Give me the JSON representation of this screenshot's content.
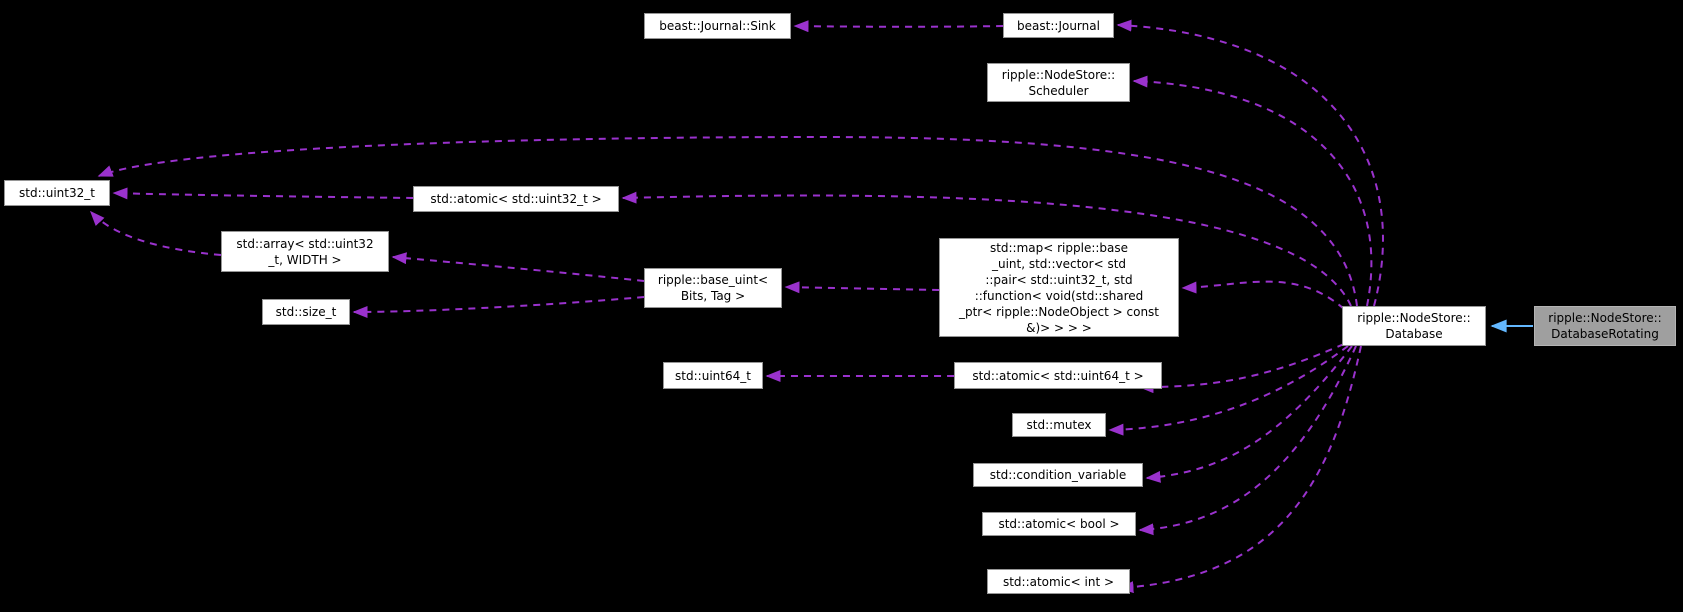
{
  "diagram": {
    "kind": "collaboration-graph",
    "background_color": "#000000",
    "usage_edge_color": "#9a32cd",
    "inheritance_edge_color": "#63b8ff",
    "node_fill": "#ffffff",
    "node_border": "#969696",
    "current_node_fill": "#9f9f9f",
    "node_text_color": "#000000"
  },
  "nodes": {
    "sink": {
      "label": "beast::Journal::Sink"
    },
    "journal": {
      "label": "beast::Journal"
    },
    "scheduler": {
      "label": "ripple::NodeStore::\nScheduler"
    },
    "uint32": {
      "label": "std::uint32_t"
    },
    "atomic_uint32": {
      "label": "std::atomic< std::uint32_t >"
    },
    "array": {
      "label": "std::array< std::uint32\n_t, WIDTH >"
    },
    "size_t": {
      "label": "std::size_t"
    },
    "base_uint": {
      "label": "ripple::base_uint<\nBits, Tag >"
    },
    "map": {
      "label": "std::map< ripple::base\n_uint, std::vector< std\n::pair< std::uint32_t, std\n::function< void(std::shared\n_ptr< ripple::NodeObject > const\n&)> > > >"
    },
    "uint64": {
      "label": "std::uint64_t"
    },
    "atomic_uint64": {
      "label": "std::atomic< std::uint64_t >"
    },
    "mutex": {
      "label": "std::mutex"
    },
    "condition_variable": {
      "label": "std::condition_variable"
    },
    "atomic_bool": {
      "label": "std::atomic< bool >"
    },
    "atomic_int": {
      "label": "std::atomic< int >"
    },
    "database": {
      "label": "ripple::NodeStore::\nDatabase"
    },
    "database_rotating": {
      "label": "ripple::NodeStore::\nDatabaseRotating"
    }
  },
  "edges": [
    {
      "from": "beast::Journal",
      "to": "beast::Journal::Sink",
      "style": "dashed-usage"
    },
    {
      "from": "ripple::NodeStore::Database",
      "to": "beast::Journal",
      "style": "dashed-usage"
    },
    {
      "from": "ripple::NodeStore::Database",
      "to": "ripple::NodeStore::Scheduler",
      "style": "dashed-usage"
    },
    {
      "from": "ripple::NodeStore::Database",
      "to": "std::uint32_t",
      "style": "dashed-usage"
    },
    {
      "from": "ripple::NodeStore::Database",
      "to": "std::atomic< std::uint32_t >",
      "style": "dashed-usage"
    },
    {
      "from": "std::atomic< std::uint32_t >",
      "to": "std::uint32_t",
      "style": "dashed-usage"
    },
    {
      "from": "ripple::NodeStore::Database",
      "to": "std::map< ripple::base_uint, std::vector< std::pair< std::uint32_t, std::function< void(std::shared_ptr< ripple::NodeObject > const &)> > > >",
      "style": "dashed-usage"
    },
    {
      "from": "std::map< ripple::base_uint, std::vector< std::pair< std::uint32_t, std::function< void(std::shared_ptr< ripple::NodeObject > const &)> > > >",
      "to": "ripple::base_uint< Bits, Tag >",
      "style": "dashed-usage"
    },
    {
      "from": "ripple::base_uint< Bits, Tag >",
      "to": "std::array< std::uint32_t, WIDTH >",
      "style": "dashed-usage"
    },
    {
      "from": "ripple::base_uint< Bits, Tag >",
      "to": "std::size_t",
      "style": "dashed-usage"
    },
    {
      "from": "std::array< std::uint32_t, WIDTH >",
      "to": "std::uint32_t",
      "style": "dashed-usage"
    },
    {
      "from": "ripple::NodeStore::Database",
      "to": "std::atomic< std::uint64_t >",
      "style": "dashed-usage"
    },
    {
      "from": "std::atomic< std::uint64_t >",
      "to": "std::uint64_t",
      "style": "dashed-usage"
    },
    {
      "from": "ripple::NodeStore::Database",
      "to": "std::mutex",
      "style": "dashed-usage"
    },
    {
      "from": "ripple::NodeStore::Database",
      "to": "std::condition_variable",
      "style": "dashed-usage"
    },
    {
      "from": "ripple::NodeStore::Database",
      "to": "std::atomic< bool >",
      "style": "dashed-usage"
    },
    {
      "from": "ripple::NodeStore::Database",
      "to": "std::atomic< int >",
      "style": "dashed-usage"
    },
    {
      "from": "ripple::NodeStore::DatabaseRotating",
      "to": "ripple::NodeStore::Database",
      "style": "solid-inheritance"
    }
  ]
}
